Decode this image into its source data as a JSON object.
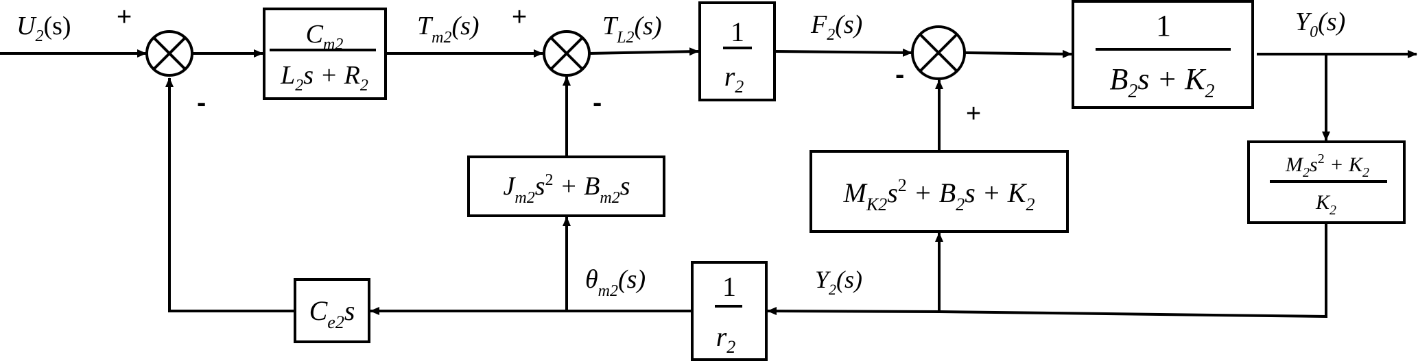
{
  "diagram": {
    "type": "control-system-block-diagram",
    "signals": {
      "input": {
        "base": "U",
        "sub": "2",
        "arg": "(s)"
      },
      "tm2": {
        "base": "T",
        "sub": "m2",
        "arg": "(s)"
      },
      "tl2": {
        "base": "T",
        "sub": "L2",
        "arg": "(s)"
      },
      "f2": {
        "base": "F",
        "sub": "2",
        "arg": "(s)"
      },
      "y0": {
        "base": "Y",
        "sub": "0",
        "arg": "(s)"
      },
      "theta": {
        "base": "θ",
        "sub": "m2",
        "arg": "(s)"
      },
      "y2": {
        "base": "Y",
        "sub": "2",
        "arg": "(s)"
      }
    },
    "summing_junctions": [
      {
        "id": "sum1",
        "signs": {
          "left": "+",
          "bottom": "-"
        }
      },
      {
        "id": "sum2",
        "signs": {
          "left": "+",
          "bottom": "-"
        }
      },
      {
        "id": "sum3",
        "signs": {
          "left": "-",
          "bottom": "+"
        }
      }
    ],
    "blocks": {
      "motor": {
        "num": {
          "base": "C",
          "sub": "m2"
        },
        "den": {
          "t1": "L",
          "s1": "2",
          "t2": "s + ",
          "t3": "R",
          "s3": "2"
        }
      },
      "gear_fwd": {
        "num": "1",
        "den": {
          "base": "r",
          "sub": "2"
        }
      },
      "load": {
        "num": "1",
        "den": {
          "t1": "B",
          "s1": "2",
          "t2": "s + ",
          "t3": "K",
          "s3": "2"
        }
      },
      "sensor": {
        "num": {
          "t1": "M",
          "s1": "2",
          "t2": "s",
          "sup": "2",
          "t3": " + K",
          "s3": "2"
        },
        "den": {
          "base": "K",
          "sub": "2"
        }
      },
      "inertia": {
        "t1": "J",
        "s1": "m2",
        "t2": "s",
        "sup": "2",
        "t3": " + B",
        "s3": "m2",
        "t4": "s"
      },
      "spring": {
        "t1": "M",
        "s1": "K2",
        "t2": "s",
        "sup": "2",
        "t3": " + B",
        "s3": "2",
        "t4": "s + K",
        "s4": "2"
      },
      "gear_back": {
        "num": "1",
        "den": {
          "base": "r",
          "sub": "2"
        }
      },
      "backemf": {
        "base": "C",
        "sub": "e2",
        "tail": "s"
      }
    }
  }
}
